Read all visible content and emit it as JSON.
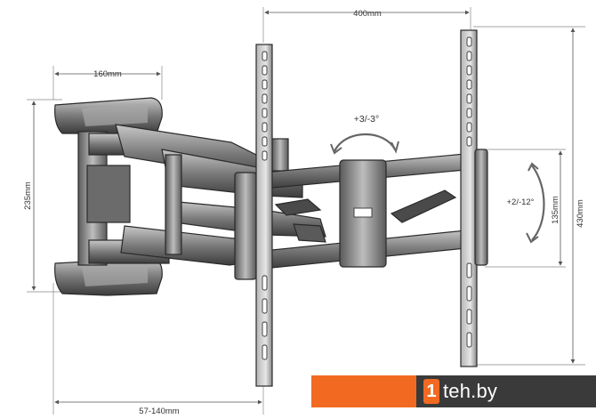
{
  "dimensions": {
    "top_width": "400mm",
    "arm_width": "160mm",
    "left_height": "235mm",
    "right_height": "430mm",
    "inner_height": "135mm",
    "extension": "57-140mm",
    "swivel": "+3/-3°",
    "tilt": "+2/-12°"
  },
  "brand": {
    "mark": "1",
    "name": "teh.by"
  },
  "colors": {
    "accent": "#f26a21",
    "brand_dark": "#3a3a3a",
    "metal": "#8c8c8c"
  }
}
